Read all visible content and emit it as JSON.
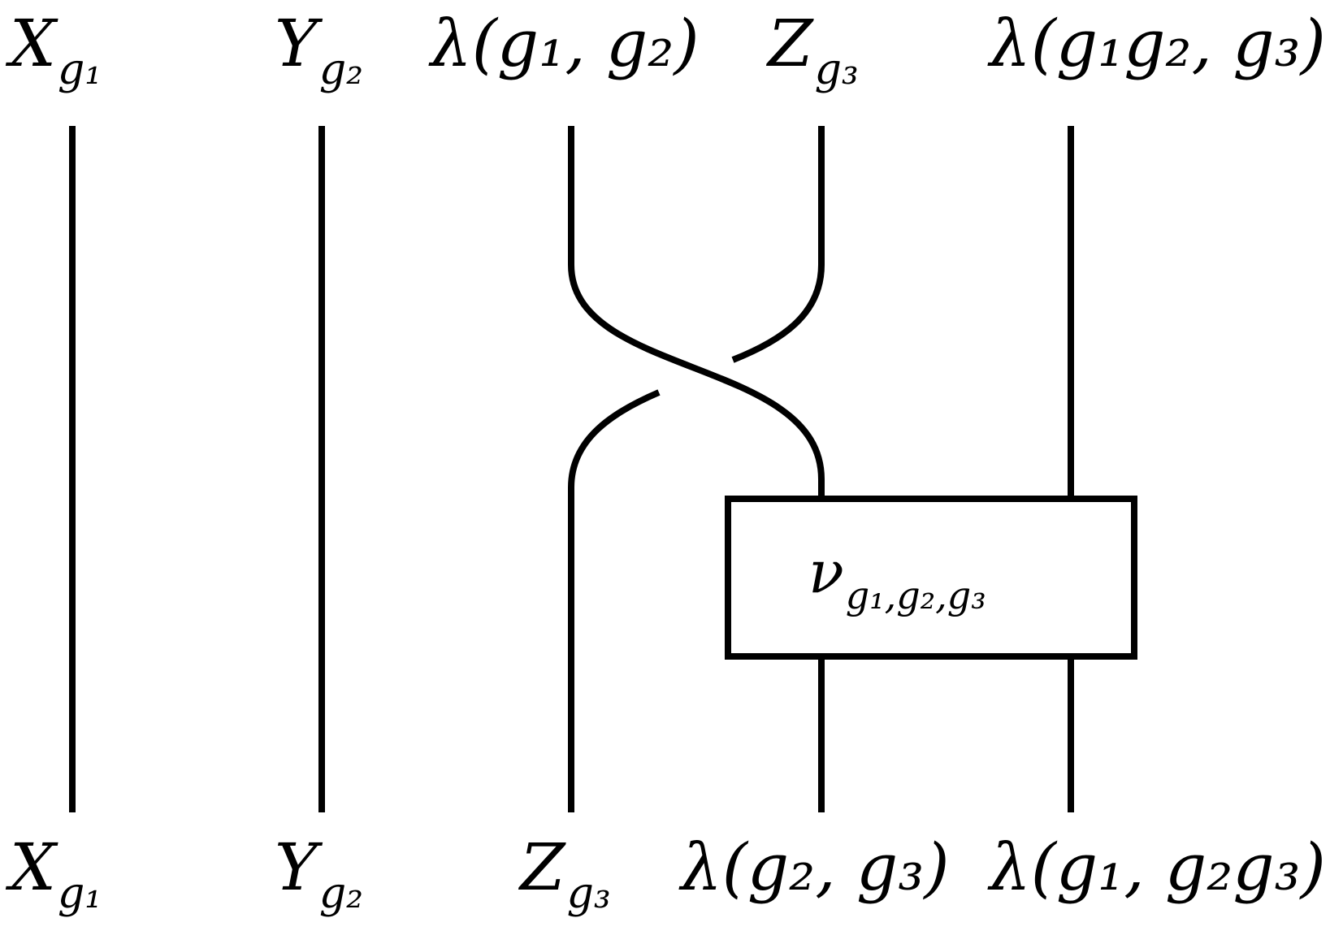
{
  "colors": {
    "stroke": "#000000",
    "background": "#ffffff"
  },
  "top_labels": [
    {
      "main": "X",
      "sub": "g₁"
    },
    {
      "main": "Y",
      "sub": "g₂"
    },
    {
      "main": "λ(g₁, g₂)",
      "sub": ""
    },
    {
      "main": "Z",
      "sub": "g₃"
    },
    {
      "main": "λ(g₁g₂, g₃)",
      "sub": ""
    }
  ],
  "bottom_labels": [
    {
      "main": "X",
      "sub": "g₁"
    },
    {
      "main": "Y",
      "sub": "g₂"
    },
    {
      "main": "Z",
      "sub": "g₃"
    },
    {
      "main": "λ(g₂, g₃)",
      "sub": ""
    },
    {
      "main": "λ(g₁, g₂g₃)",
      "sub": ""
    }
  ],
  "box": {
    "main": "ν",
    "sub": "g₁,g₂,g₃"
  }
}
